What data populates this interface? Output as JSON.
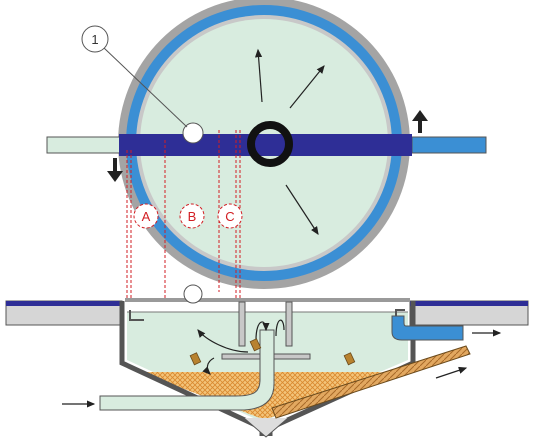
{
  "callouts": [
    {
      "id": "one",
      "text": "1"
    }
  ],
  "zones": [
    {
      "id": "a",
      "text": "A"
    },
    {
      "id": "b",
      "text": "B"
    },
    {
      "id": "c",
      "text": "C"
    }
  ],
  "colors": {
    "tank_fill": "#d8ecdf",
    "ring_outer": "#9a9a9a",
    "ring_blue": "#3b8fd4",
    "bridge": "#2e2e96",
    "pipe_fill": "#d8ecdf",
    "sludge": "#e9a84a",
    "zone_red": "#d21e23",
    "outline": "#555555"
  }
}
